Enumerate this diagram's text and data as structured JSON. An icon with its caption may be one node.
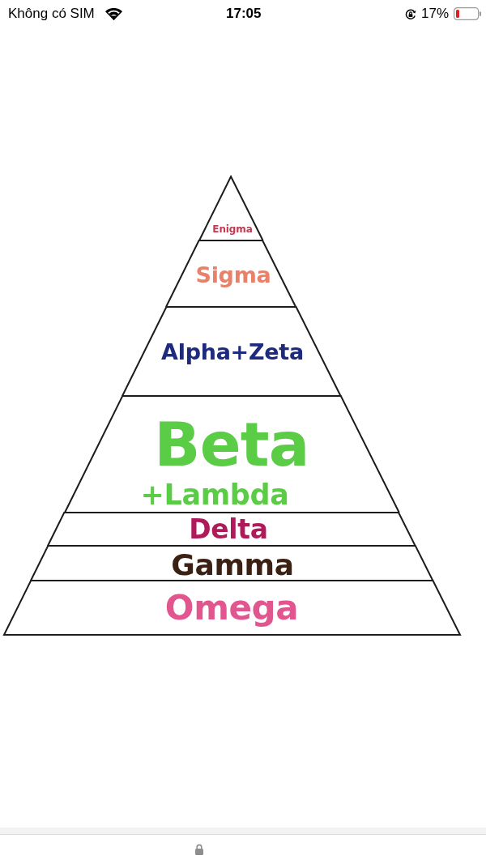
{
  "diagram": {
    "nodes": [
      {
        "text": [
          "Enigma"
        ]
      },
      {
        "text": [
          "Sigma"
        ]
      },
      {
        "text": [
          "Alpha+Zeta"
        ]
      },
      {
        "text": [
          "Beta",
          "+Lambda"
        ]
      },
      {
        "text": [
          "Delta"
        ]
      },
      {
        "text": [
          "Gamma"
        ]
      },
      {
        "text": [
          "Omega"
        ]
      }
    ],
    "labels": [
      "Không có SIM",
      "17:05",
      "17%"
    ]
  }
}
